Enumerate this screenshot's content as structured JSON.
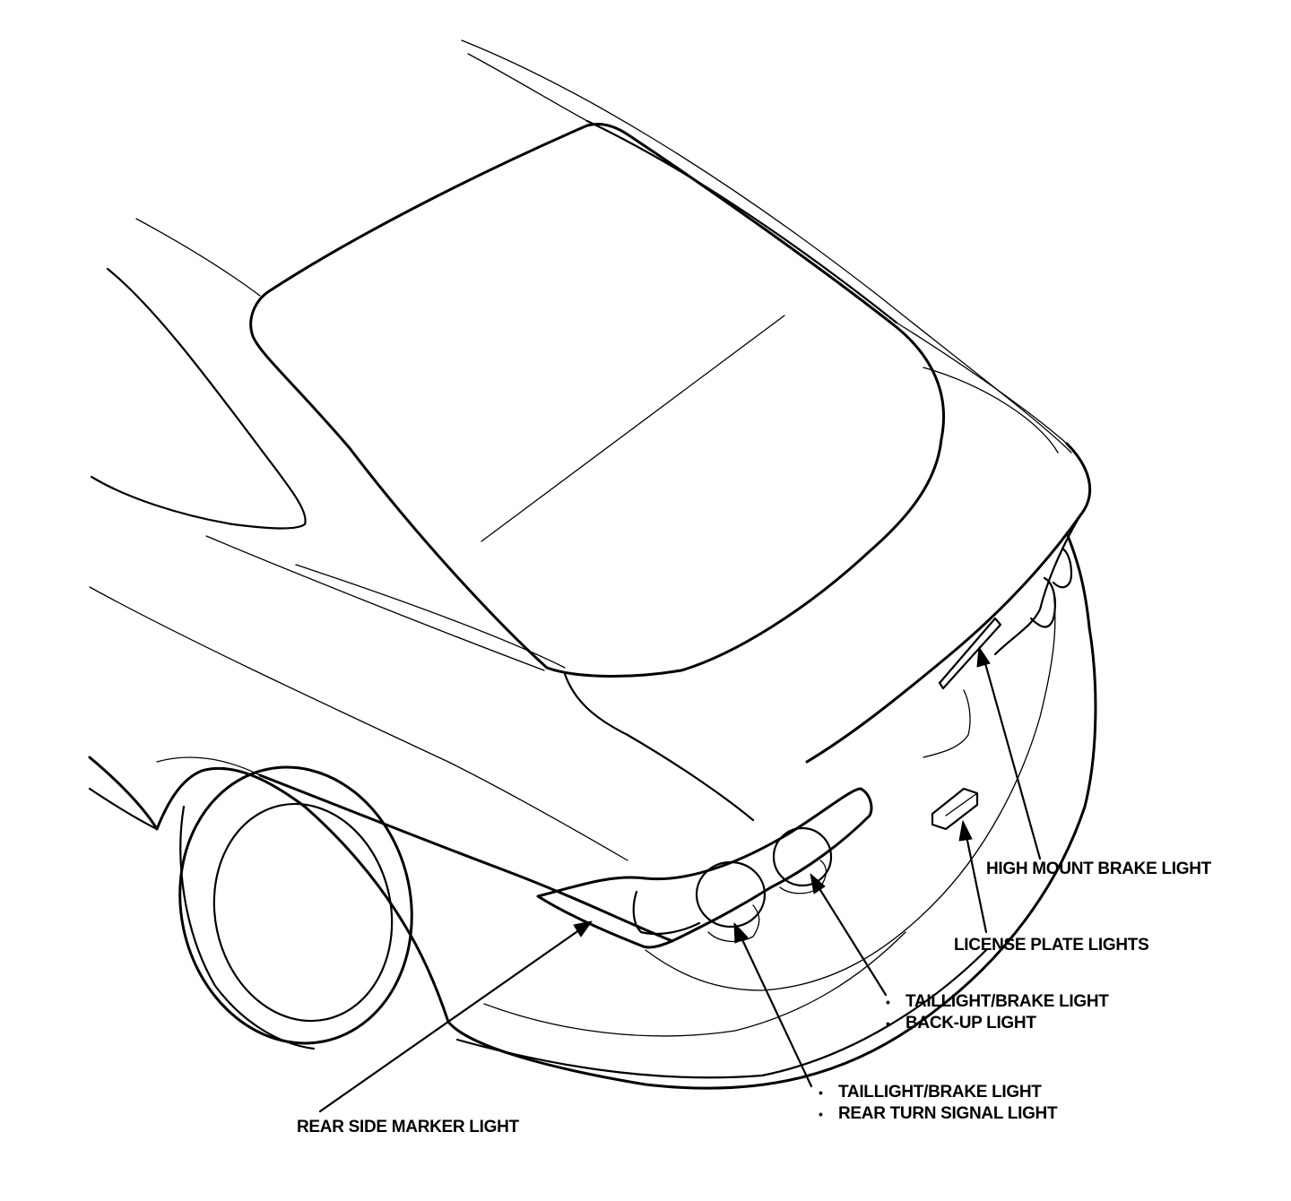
{
  "labels": {
    "high_mount": "HIGH MOUNT BRAKE LIGHT",
    "license_plate": "LICENSE PLATE LIGHTS",
    "taillight_backup": [
      "TAILLIGHT/BRAKE LIGHT",
      "BACK-UP LIGHT"
    ],
    "taillight_turn": [
      "TAILLIGHT/BRAKE LIGHT",
      "REAR TURN SIGNAL LIGHT"
    ],
    "rear_side_marker": "REAR SIDE MARKER LIGHT"
  },
  "bullet_glyph": "•"
}
